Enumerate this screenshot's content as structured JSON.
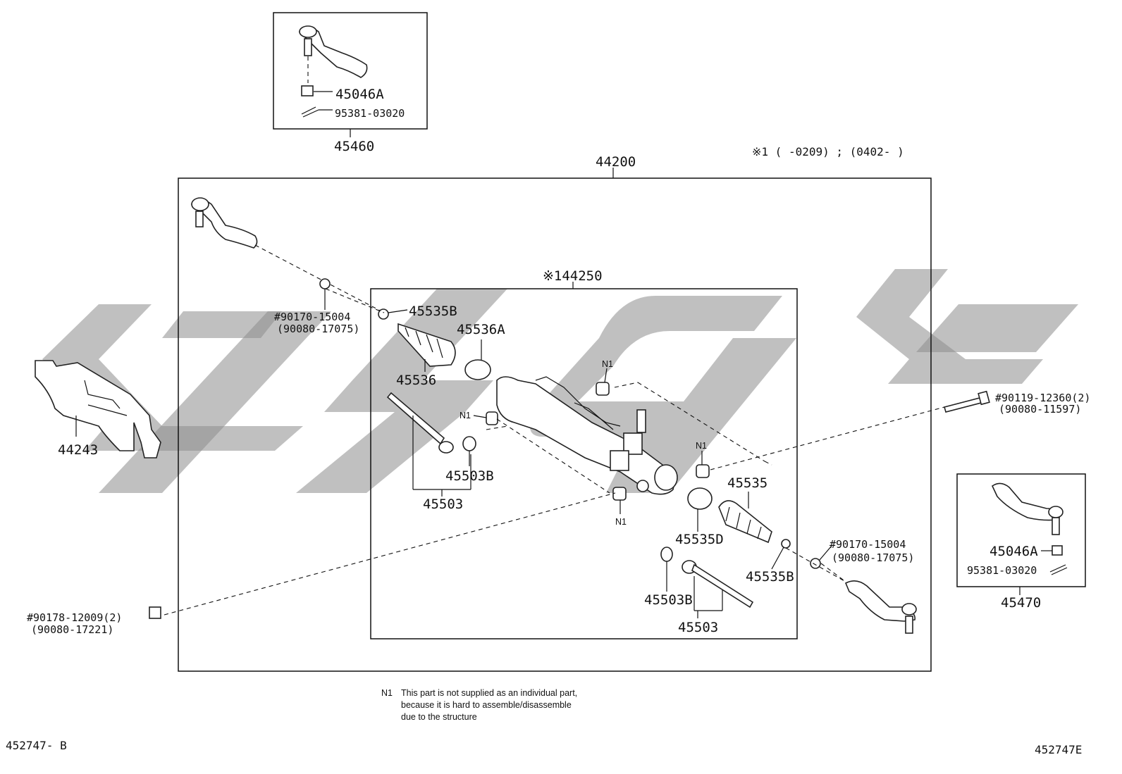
{
  "diagram": {
    "applicability_note": "※1 (      -0209) ; (0402-      )",
    "footer_left_code": "452747- B",
    "footer_right_code": "452747E",
    "note": {
      "mark": "N1",
      "lines": [
        "This part is not supplied as an individual part,",
        "because it is hard to assemble/disassemble",
        "due to the structure"
      ]
    },
    "parts": {
      "p44200": "44200",
      "p144250": "※144250",
      "p45460": "45460",
      "p45046A_top": "45046A",
      "p95381_top": "95381-03020",
      "p45470": "45470",
      "p45046A_right": "45046A",
      "p95381_right": "95381-03020",
      "p44243": "44243",
      "p90170_left": "#90170-15004",
      "p90080_17075_left": "(90080-17075)",
      "p45535B_left": "45535B",
      "p45536A": "45536A",
      "p45536": "45536",
      "p45503B_left": "45503B",
      "p45503_left": "45503",
      "p90119": "#90119-12360(2)",
      "p90080_11597": "(90080-11597)",
      "p45535": "45535",
      "p45535D": "45535D",
      "p90170_right": "#90170-15004",
      "p90080_17075_right": "(90080-17075)",
      "p45535B_right": "45535B",
      "p45503B_right": "45503B",
      "p45503_right": "45503",
      "p90178": "#90178-12009(2)",
      "p90080_17221": "(90080-17221)",
      "n1": "N1"
    }
  }
}
